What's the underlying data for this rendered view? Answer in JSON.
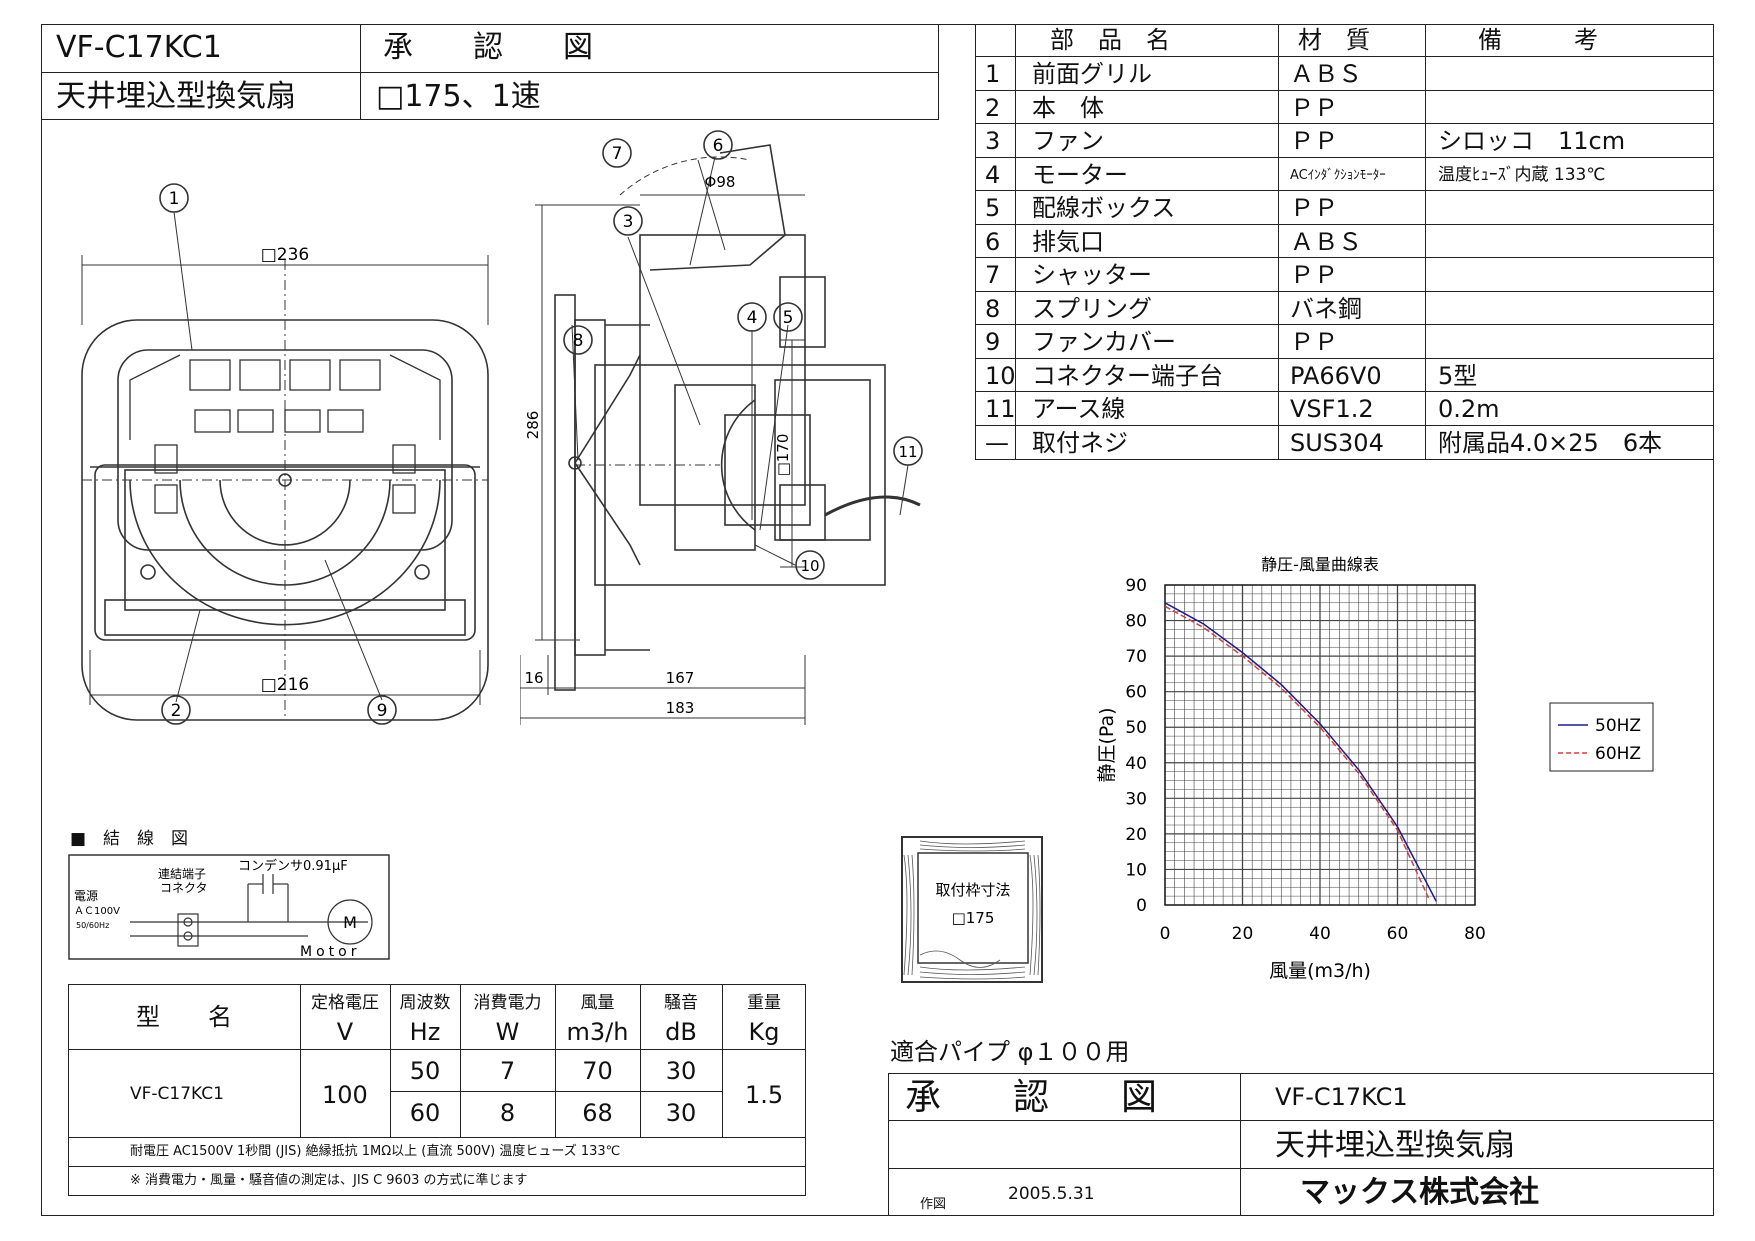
{
  "header": {
    "model": "VF-C17KC1",
    "doc_type": "承　　認　　図",
    "product": "天井埋込型換気扇",
    "spec": "□175、1速"
  },
  "parts_table": {
    "headers": [
      "部　品　名",
      "材　質",
      "備　　　考"
    ],
    "rows": [
      {
        "no": "1",
        "name": "前面グリル",
        "material": "ＡＢＳ",
        "note": ""
      },
      {
        "no": "2",
        "name": "本　体",
        "material": "ＰＰ",
        "note": ""
      },
      {
        "no": "3",
        "name": "ファン",
        "material": "ＰＰ",
        "note": "シロッコ　11cm"
      },
      {
        "no": "4",
        "name": "モーター",
        "material": "ACｲﾝﾀﾞｸｼｮﾝﾓｰﾀｰ",
        "note": "温度ﾋｭｰｽﾞ内蔵 133℃"
      },
      {
        "no": "5",
        "name": "配線ボックス",
        "material": "ＰＰ",
        "note": ""
      },
      {
        "no": "6",
        "name": "排気口",
        "material": "ＡＢＳ",
        "note": ""
      },
      {
        "no": "7",
        "name": "シャッター",
        "material": "ＰＰ",
        "note": ""
      },
      {
        "no": "8",
        "name": "スプリング",
        "material": "バネ鋼",
        "note": ""
      },
      {
        "no": "9",
        "name": "ファンカバー",
        "material": "ＰＰ",
        "note": ""
      },
      {
        "no": "10",
        "name": "コネクター端子台",
        "material": "PA66V0",
        "note": "5型"
      },
      {
        "no": "11",
        "name": "アース線",
        "material": "VSF1.2",
        "note": "0.2m"
      },
      {
        "no": "—",
        "name": "取付ネジ",
        "material": "SUS304",
        "note": "附属品4.0×25　6本"
      }
    ]
  },
  "front_view": {
    "dim_top": "□236",
    "dim_bottom": "□216",
    "callouts": [
      "1",
      "2",
      "9"
    ]
  },
  "side_view": {
    "dim_pipe": "Φ98",
    "dim_height": "286",
    "dim_box": "□170",
    "dim_16": "16",
    "dim_167": "167",
    "dim_183": "183",
    "callouts": [
      "3",
      "4",
      "5",
      "6",
      "7",
      "8",
      "10",
      "11"
    ]
  },
  "wiring": {
    "title": "■　結　線　図",
    "capacitor": "コンデンサ0.91μF",
    "connector": "連結端子\nコネクタ",
    "connector_l1": "連結端子",
    "connector_l2": "コネクタ",
    "power_l1": "電源",
    "power_l2": "ＡＣ100V",
    "power_l3": "50/60Hz",
    "motor_symbol": "M",
    "motor_label": "Motor"
  },
  "mount_frame": {
    "label": "取付枠寸法",
    "size": "□175"
  },
  "spec_table": {
    "headers": [
      {
        "l1": "型　　名",
        "l2": ""
      },
      {
        "l1": "定格電圧",
        "l2": "V"
      },
      {
        "l1": "周波数",
        "l2": "Hz"
      },
      {
        "l1": "消費電力",
        "l2": "W"
      },
      {
        "l1": "風量",
        "l2": "m3/h"
      },
      {
        "l1": "騒音",
        "l2": "dB"
      },
      {
        "l1": "重量",
        "l2": "Kg"
      }
    ],
    "model": "VF-C17KC1",
    "voltage": "100",
    "weight": "1.5",
    "rows": [
      {
        "hz": "50",
        "w": "7",
        "flow": "70",
        "db": "30"
      },
      {
        "hz": "60",
        "w": "8",
        "flow": "68",
        "db": "30"
      }
    ],
    "note1": "耐電圧 AC1500V 1秒間 (JIS) 絶縁抵抗 1MΩ以上 (直流 500V) 温度ヒューズ 133℃",
    "note2": "※ 消費電力・風量・騒音値の測定は、JIS C 9603 の方式に準じます"
  },
  "chart_data": {
    "type": "line",
    "title": "静圧-風量曲線表",
    "xlabel": "風量(m3/h)",
    "ylabel": "静圧(Pa)",
    "xlim": [
      0,
      80
    ],
    "ylim": [
      0,
      90
    ],
    "x_ticks": [
      "0",
      "20",
      "40",
      "60",
      "80"
    ],
    "y_ticks": [
      "0",
      "10",
      "20",
      "30",
      "40",
      "50",
      "60",
      "70",
      "80",
      "90"
    ],
    "grid": true,
    "legend_position": "right",
    "series": [
      {
        "name": "50HZ",
        "color": "#1b1b8f",
        "style": "solid",
        "points": [
          [
            0,
            85
          ],
          [
            10,
            79
          ],
          [
            20,
            71
          ],
          [
            30,
            62
          ],
          [
            40,
            51
          ],
          [
            50,
            38
          ],
          [
            60,
            22
          ],
          [
            70,
            1
          ]
        ]
      },
      {
        "name": "60HZ",
        "color": "#d04040",
        "style": "dashed",
        "points": [
          [
            0,
            84
          ],
          [
            10,
            78
          ],
          [
            20,
            70
          ],
          [
            30,
            61
          ],
          [
            40,
            50
          ],
          [
            50,
            37
          ],
          [
            60,
            21
          ],
          [
            68,
            2
          ]
        ]
      }
    ]
  },
  "footer": {
    "pipe": "適合パイプ φ１００用",
    "doc_type": "承　　認　　図",
    "model": "VF-C17KC1",
    "product": "天井埋込型換気扇",
    "drawn_label": "作図",
    "date": "2005.5.31",
    "company": "マックス株式会社"
  }
}
